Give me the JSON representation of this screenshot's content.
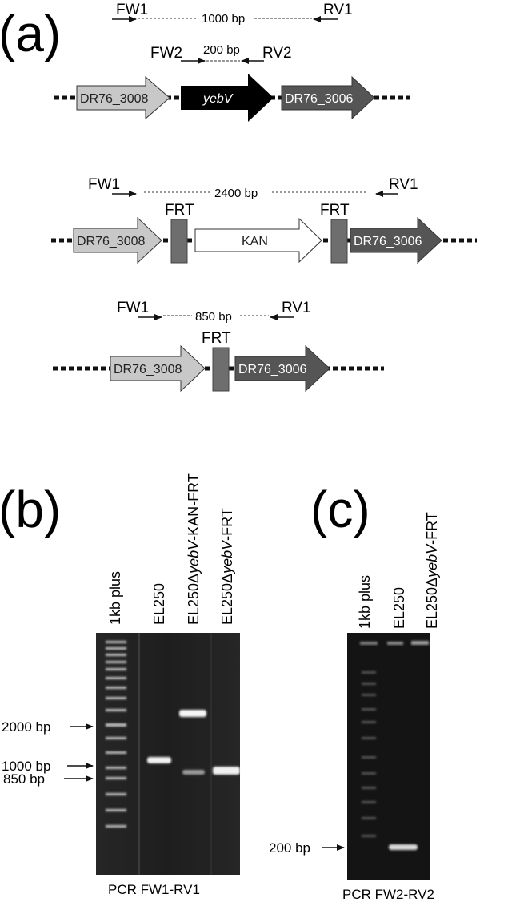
{
  "panel_a": {
    "letter": "(a)",
    "wt": {
      "outer_primers": {
        "fw": "FW1",
        "rv": "RV1",
        "size": "1000 bp"
      },
      "inner_primers": {
        "fw": "FW2",
        "rv": "RV2",
        "size": "200 bp"
      },
      "genes": {
        "left": "DR76_3008",
        "middle": "yebV",
        "right": "DR76_3006"
      }
    },
    "kan": {
      "primers": {
        "fw": "FW1",
        "rv": "RV1",
        "size": "2400 bp"
      },
      "frt_left": "FRT",
      "frt_right": "FRT",
      "genes": {
        "left": "DR76_3008",
        "middle": "KAN",
        "right": "DR76_3006"
      }
    },
    "frt": {
      "primers": {
        "fw": "FW1",
        "rv": "RV1",
        "size": "850 bp"
      },
      "frt": "FRT",
      "genes": {
        "left": "DR76_3008",
        "right": "DR76_3006"
      }
    }
  },
  "panel_b": {
    "letter": "(b)",
    "lanes": [
      "1kb plus",
      "EL250",
      "EL250ΔyebV-KAN-FRT",
      "EL250ΔyebV-FRT"
    ],
    "lane_parts": [
      {
        "pre": "1kb plus",
        "ital": "",
        "post": ""
      },
      {
        "pre": "EL250",
        "ital": "",
        "post": ""
      },
      {
        "pre": "EL250Δ",
        "ital": "yebV",
        "post": "-KAN-FRT"
      },
      {
        "pre": "EL250Δ",
        "ital": "yebV",
        "post": "-FRT"
      }
    ],
    "markers": [
      "2000 bp",
      "1000 bp",
      "850 bp"
    ],
    "caption": "PCR FW1-RV1"
  },
  "panel_c": {
    "letter": "(c)",
    "lane_parts": [
      {
        "pre": "1kb plus",
        "ital": "",
        "post": ""
      },
      {
        "pre": "EL250",
        "ital": "",
        "post": ""
      },
      {
        "pre": "EL250Δ",
        "ital": "yebV",
        "post": "-FRT"
      }
    ],
    "markers": [
      "200 bp"
    ],
    "caption": "PCR FW2-RV2"
  },
  "colors": {
    "gene_light": "#c8c8c8",
    "gene_dark": "#555555",
    "gene_black": "#000000",
    "frt_box": "#6e6e6e",
    "gel_bg": "#1c1c1c",
    "band": "#eeeeee"
  }
}
